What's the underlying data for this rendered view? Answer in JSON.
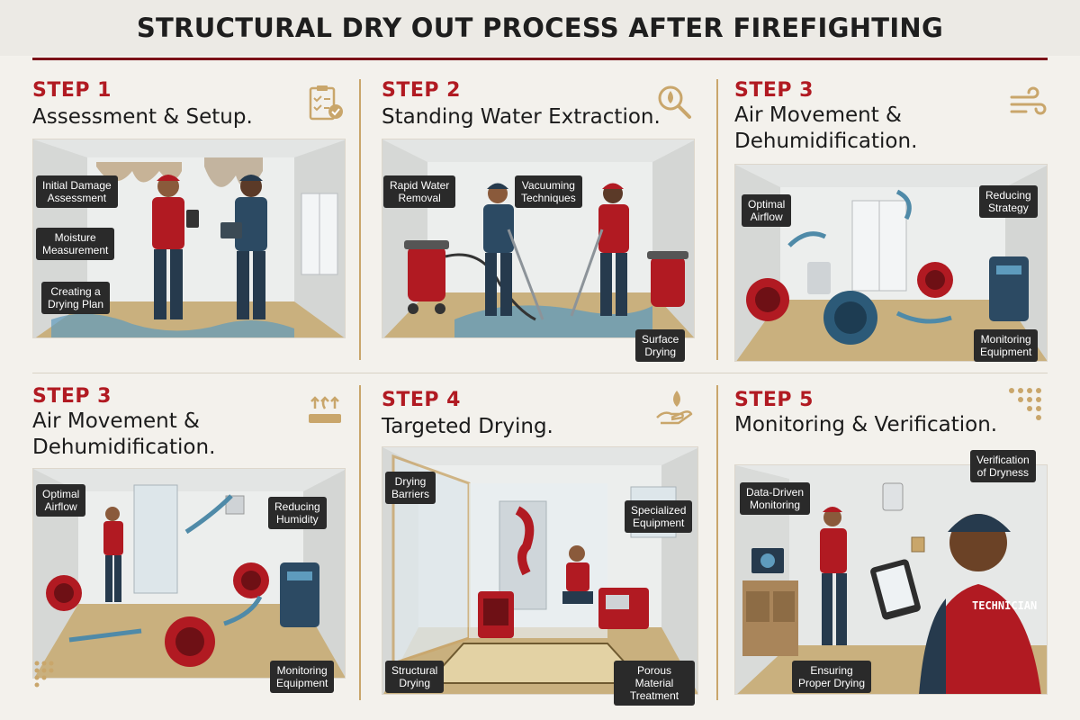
{
  "title": "STRUCTURAL DRY OUT PROCESS AFTER FIREFIGHTING",
  "colors": {
    "accent": "#b11a22",
    "gold": "#c9a66b",
    "navy": "#263a4d",
    "callout_bg": "#2a2a2a"
  },
  "panels": [
    {
      "step": "STEP 1",
      "heading": "Assessment & Setup.",
      "icon": "clipboard-check-icon",
      "callouts": [
        "Initial Damage\nAssessment",
        "Moisture\nMeasurement",
        "Creating a\nDrying Plan"
      ]
    },
    {
      "step": "STEP 2",
      "heading": "Standing Water Extraction.",
      "icon": "magnifier-droplet-icon",
      "callouts": [
        "Rapid Water\nRemoval",
        "Vacuuming\nTechniques",
        "Surface\nDrying"
      ]
    },
    {
      "step": "STEP 3",
      "heading": "Air Movement &\nDehumidification.",
      "icon": "wind-icon",
      "callouts": [
        "Optimal\nAirflow",
        "Reducing\nStrategy",
        "Monitoring\nEquipment"
      ]
    },
    {
      "step": "STEP 3",
      "heading": "Air Movement &\nDehumidification.",
      "icon": "heat-waves-icon",
      "callouts": [
        "Optimal\nAirflow",
        "Reducing\nHumidity",
        "Monitoring\nEquipment"
      ]
    },
    {
      "step": "STEP 4",
      "heading": "Targeted Drying.",
      "icon": "hand-droplet-icon",
      "callouts": [
        "Drying\nBarriers",
        "Specialized\nEquipment",
        "Structural\nDrying",
        "Porous Material\nTreatment"
      ]
    },
    {
      "step": "STEP 5",
      "heading": "Monitoring & Verification.",
      "icon": "dot-grid-icon",
      "callouts": [
        "Verification\nof Dryness",
        "Data-Driven\nMonitoring",
        "Ensuring\nProper Drying"
      ],
      "badge": "TECHNICIAN"
    }
  ]
}
